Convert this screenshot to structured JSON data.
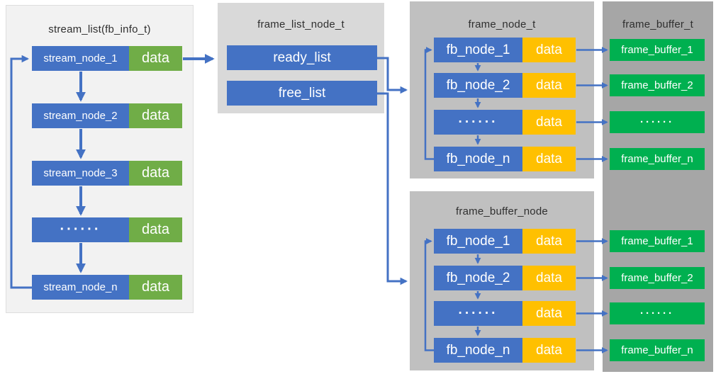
{
  "colors": {
    "node_blue": "#4472C4",
    "data_green": "#70AD47",
    "data_yellow": "#FFC000",
    "buffer_green": "#00B050",
    "arrow_blue": "#4472C4",
    "panel_stream_bg": "#F2F2F2",
    "panel_frame_list_bg": "#D9D9D9",
    "panel_frame_node_bg": "#C0C0C0",
    "panel_frame_buffer_bg": "#A6A6A6"
  },
  "stream_list": {
    "title": "stream_list(fb_info_t)",
    "rows": [
      {
        "node": "stream_node_1",
        "data": "data"
      },
      {
        "node": "stream_node_2",
        "data": "data"
      },
      {
        "node": "stream_node_3",
        "data": "data"
      },
      {
        "node": "······",
        "data": "data"
      },
      {
        "node": "stream_node_n",
        "data": "data"
      }
    ]
  },
  "frame_list_node": {
    "title": "frame_list_node_t",
    "items": [
      "ready_list",
      "free_list"
    ]
  },
  "frame_node": {
    "title": "frame_node_t",
    "rows": [
      {
        "node": "fb_node_1",
        "data": "data"
      },
      {
        "node": "fb_node_2",
        "data": "data"
      },
      {
        "node": "······",
        "data": "data"
      },
      {
        "node": "fb_node_n",
        "data": "data"
      }
    ]
  },
  "frame_buffer_node": {
    "title": "frame_buffer_node",
    "rows": [
      {
        "node": "fb_node_1",
        "data": "data"
      },
      {
        "node": "fb_node_2",
        "data": "data"
      },
      {
        "node": "······",
        "data": "data"
      },
      {
        "node": "fb_node_n",
        "data": "data"
      }
    ]
  },
  "frame_buffer": {
    "title": "frame_buffer_t",
    "top_items": [
      "frame_buffer_1",
      "frame_buffer_2",
      "······",
      "frame_buffer_n"
    ],
    "bottom_items": [
      "frame_buffer_1",
      "frame_buffer_2",
      "······",
      "frame_buffer_n"
    ]
  }
}
